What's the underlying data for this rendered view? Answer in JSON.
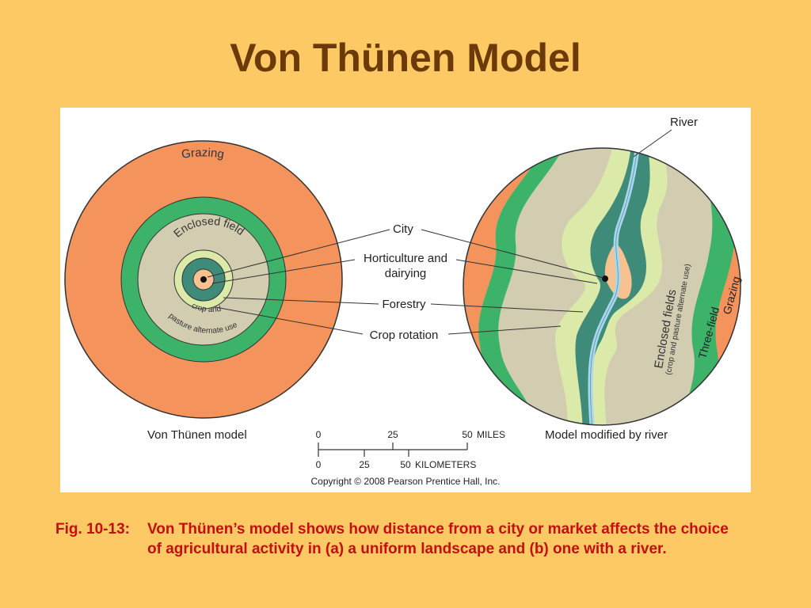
{
  "title": "Von Thünen Model",
  "figure": {
    "left_model": {
      "caption": "Von Thünen model",
      "labels": {
        "grazing": "Grazing",
        "enclosed_field": "Enclosed field",
        "crop_pasture_line1": "crop and",
        "crop_pasture_line2": "pasture alternate use"
      }
    },
    "right_model": {
      "caption": "Model modified by river",
      "labels": {
        "river": "River",
        "enclosed_fields": "Enclosed fields",
        "enclosed_fields_sub": "(crop and pasture alternate use)",
        "three_field": "Three-field",
        "grazing": "Grazing"
      }
    },
    "center_labels": {
      "city": "City",
      "horticulture_line1": "Horticulture and",
      "horticulture_line2": "dairying",
      "forestry": "Forestry",
      "crop_rotation": "Crop rotation"
    },
    "scale": {
      "miles_ticks": [
        "0",
        "25",
        "50"
      ],
      "miles_unit": "MILES",
      "km_ticks": [
        "0",
        "25",
        "50"
      ],
      "km_unit": "KILOMETERS"
    },
    "copyright": "Copyright © 2008 Pearson Prentice Hall, Inc."
  },
  "caption": {
    "lead": "Fig. 10-13:",
    "text": "Von Thünen’s model shows how distance from a city or market affects the choice of agricultural activity in (a) a uniform landscape and (b) one with a river."
  },
  "colors": {
    "background": "#fdc965",
    "title": "#6b3a08",
    "caption": "#c40f0f",
    "grazing": "#f4935b",
    "three_field": "#3db36a",
    "enclosed_field": "#d2ccb1",
    "crop_rotation": "#dbe9a9",
    "forestry": "#3f8b7a",
    "horticulture": "#f8c290",
    "river": "#a9d8ec"
  }
}
